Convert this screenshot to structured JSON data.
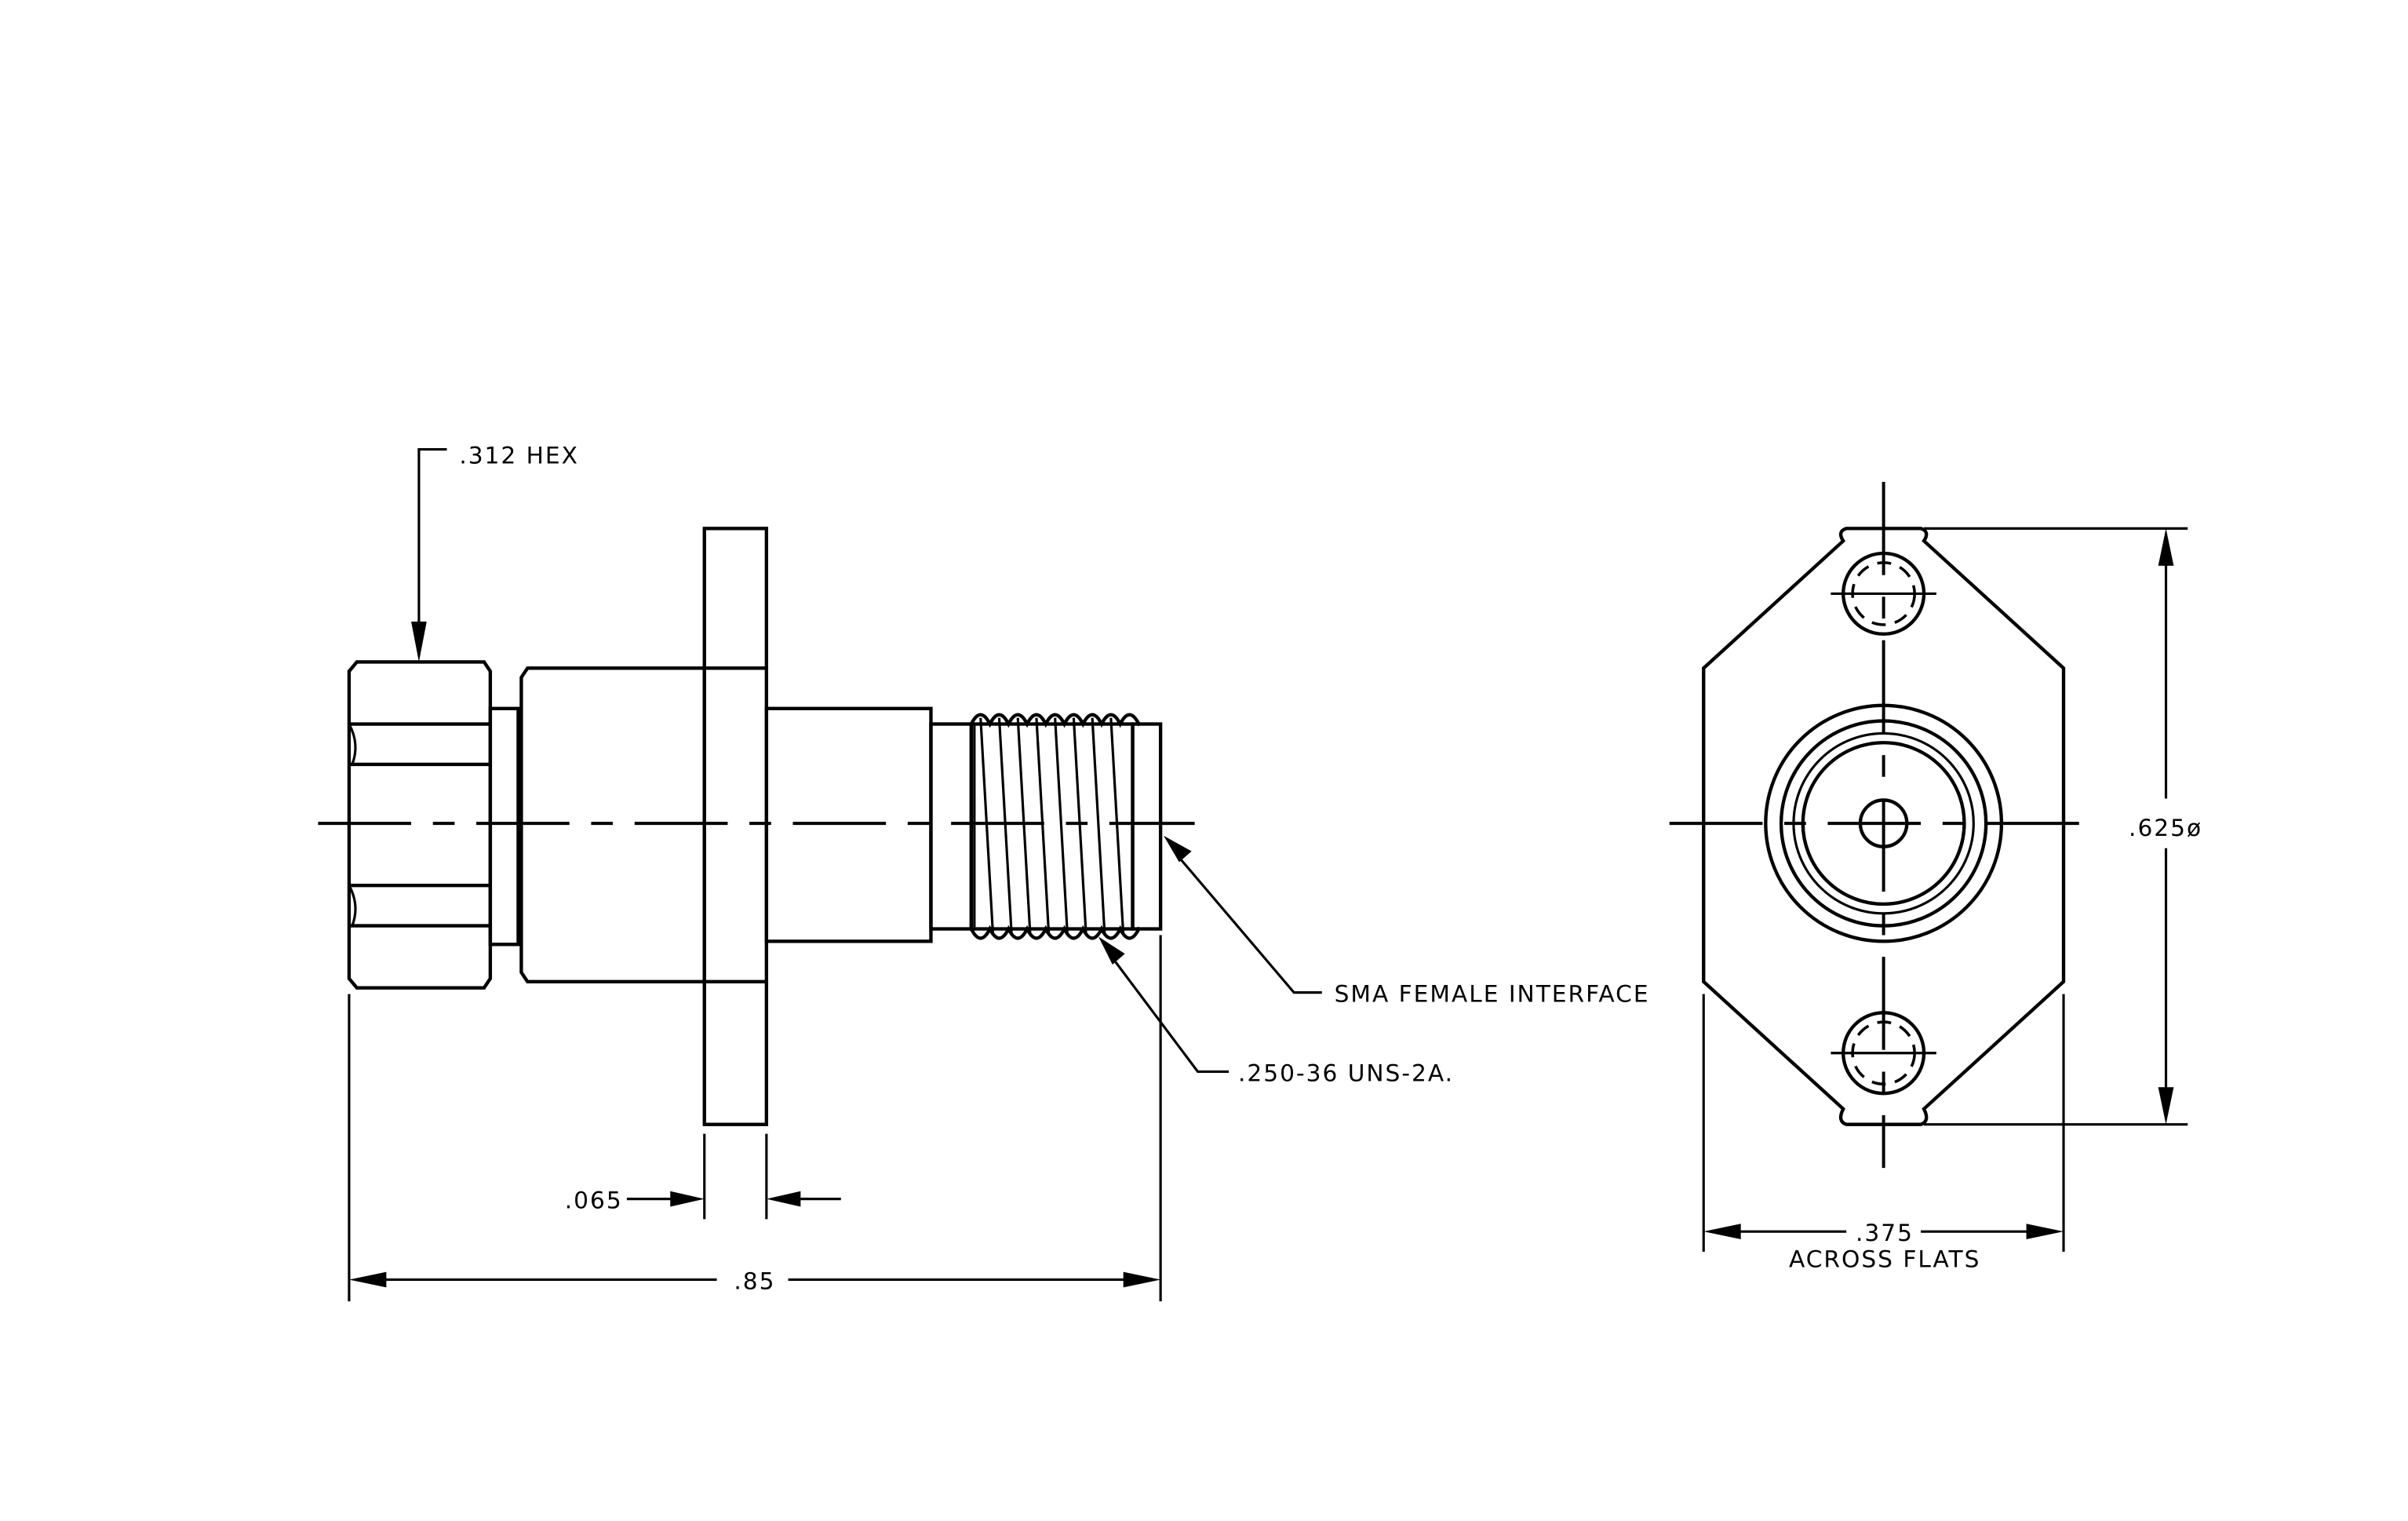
{
  "labels": {
    "hex": ".312 HEX",
    "sma": "SMA FEMALE INTERFACE",
    "thread": ".250-36 UNS-2A.",
    "flange_thickness": ".065",
    "overall_length": ".85",
    "across_flats_value": ".375",
    "across_flats_label": "ACROSS FLATS",
    "diameter": ".625ø"
  }
}
